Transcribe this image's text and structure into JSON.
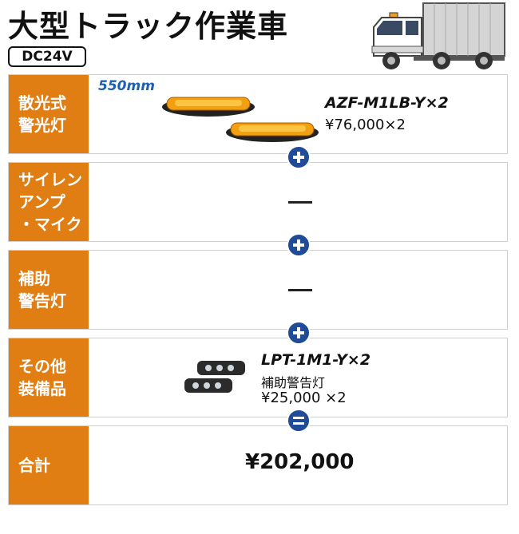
{
  "header": {
    "title": "大型トラック作業車",
    "voltage": "DC24V"
  },
  "rows": [
    {
      "label": "散光式\n警光灯",
      "size": "550mm",
      "model": "AZF-M1LB-Y×2",
      "price": "¥76,000×2"
    },
    {
      "label": "サイレン\nアンプ\n・マイク",
      "value": "—"
    },
    {
      "label": "補助\n警告灯",
      "value": "—"
    },
    {
      "label": "その他\n装備品",
      "model": "LPT-1M1-Y×2",
      "desc": "補助警告灯",
      "price": "¥25,000 ×2"
    },
    {
      "label": "合計",
      "total": "¥202,000"
    }
  ],
  "colors": {
    "label_bg": "#e07d13",
    "operator_bg": "#1f4b99",
    "size_text": "#1f5fb0"
  },
  "icons": [
    "truck-icon",
    "lightbar-icon",
    "led-light-icon",
    "plus-icon",
    "equals-icon"
  ]
}
